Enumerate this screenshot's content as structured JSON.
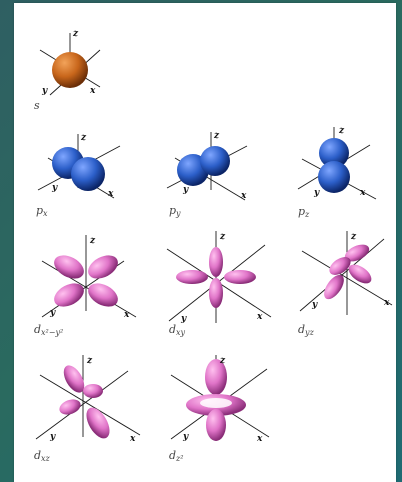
{
  "orbitals": [
    {
      "id": "s",
      "label": "s",
      "sub": ""
    },
    {
      "id": "px",
      "label": "p",
      "sub": "x"
    },
    {
      "id": "py",
      "label": "p",
      "sub": "y"
    },
    {
      "id": "pz",
      "label": "p",
      "sub": "z"
    },
    {
      "id": "dx2y2",
      "label": "d",
      "sub": "x²−y²"
    },
    {
      "id": "dxy",
      "label": "d",
      "sub": "xy"
    },
    {
      "id": "dyz",
      "label": "d",
      "sub": "yz"
    },
    {
      "id": "dxz",
      "label": "d",
      "sub": "xz"
    },
    {
      "id": "dz2",
      "label": "d",
      "sub": "z²"
    }
  ],
  "axes": {
    "x": "x",
    "y": "y",
    "z": "z"
  },
  "colors": {
    "s_lobe": "#c8661b",
    "p_lobe": "#2c5fc9",
    "d_lobe": "#e074c8",
    "slide_background": "#2a6a5f"
  }
}
